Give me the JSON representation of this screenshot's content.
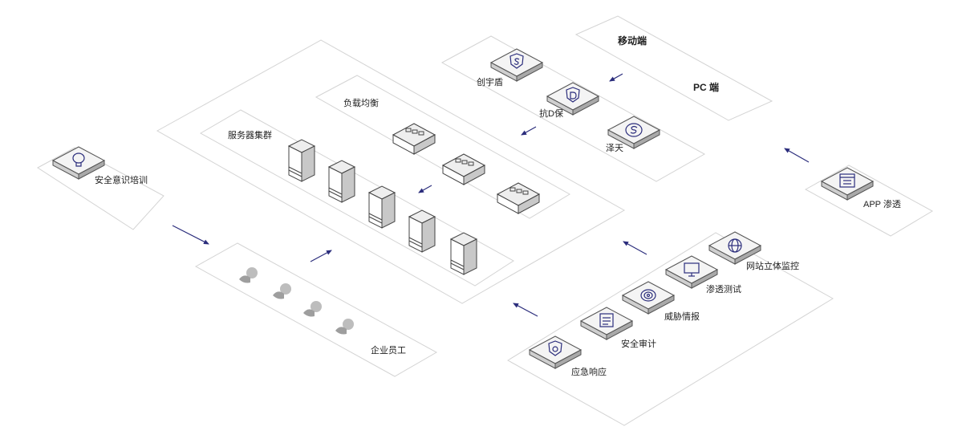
{
  "labels": {
    "mobile": "移动端",
    "pc": "PC 端",
    "chuangyudun": "创宇盾",
    "kangdbao": "抗D保",
    "zetian": "泽天",
    "fuzai": "负载均衡",
    "fuwuqi": "服务器集群",
    "anquanyishi": "安全意识培训",
    "qiyeyuangong": "企业员工",
    "app_shentou": "APP 渗透",
    "wangzhan": "网站立体监控",
    "shentou": "渗透测试",
    "weixie": "威胁情报",
    "shenji": "安全审计",
    "yingji": "应急响应"
  },
  "colors": {
    "accent": "#2b2d7c",
    "platform_border": "#d4d4d4"
  },
  "icons": {
    "chuangyudun": "shield-s-icon",
    "kangdbao": "shield-d-icon",
    "zetian": "circle-s-icon",
    "anquanyishi": "lightbulb-icon",
    "app_shentou": "app-window-icon",
    "wangzhan": "globe-icon",
    "shentou": "monitor-icon",
    "weixie": "target-icon",
    "shenji": "document-icon",
    "yingji": "shield-alert-icon"
  }
}
